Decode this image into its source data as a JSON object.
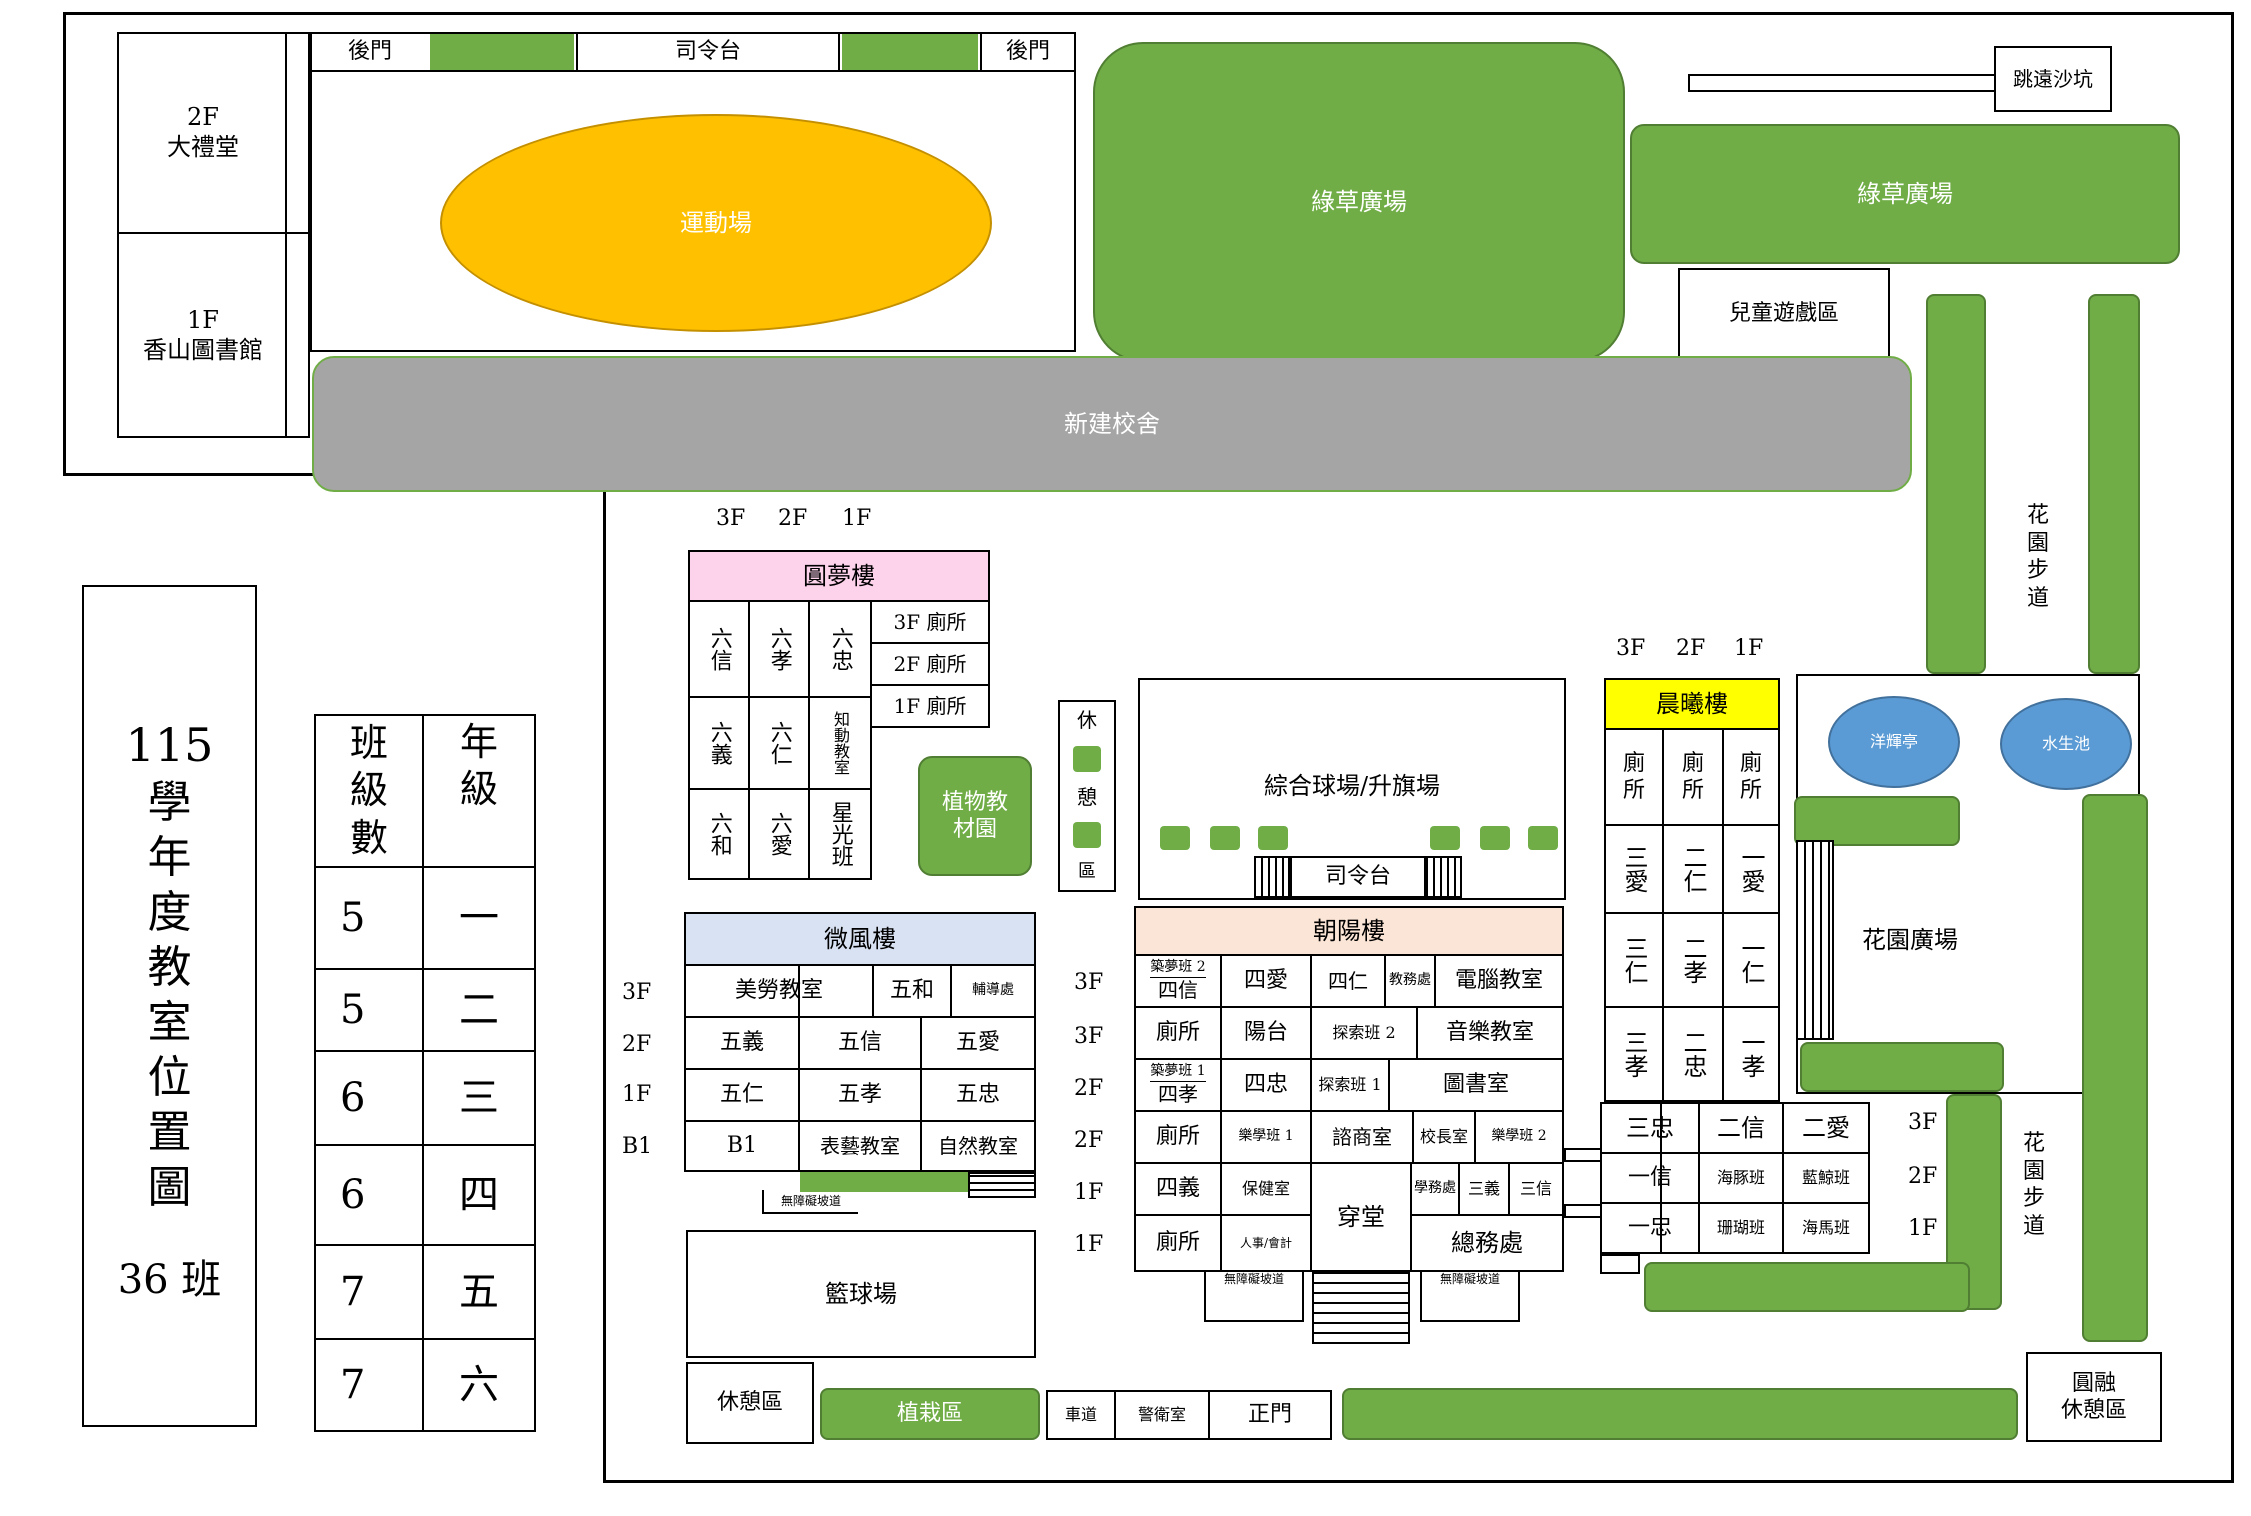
{
  "title": {
    "year": "115",
    "chars": [
      "學",
      "年",
      "度",
      "教",
      "室",
      "位",
      "置",
      "圖"
    ],
    "total": "36 班"
  },
  "class_table": {
    "header_count": [
      "班",
      "級",
      "數"
    ],
    "header_grade": [
      "年",
      "級"
    ],
    "rows": [
      {
        "count": "5",
        "grade": "一"
      },
      {
        "count": "5",
        "grade": "二"
      },
      {
        "count": "6",
        "grade": "三"
      },
      {
        "count": "6",
        "grade": "四"
      },
      {
        "count": "7",
        "grade": "五"
      },
      {
        "count": "7",
        "grade": "六"
      }
    ]
  },
  "hall": {
    "upper": [
      "2F",
      "大禮堂"
    ],
    "lower": [
      "1F",
      "香山圖書館"
    ]
  },
  "track": {
    "back_door": "後門",
    "podium": "司令台",
    "field": "運動場"
  },
  "green_plaza": "綠草廣場",
  "long_jump": "跳遠沙坑",
  "playground": "兒童遊戲區",
  "new_building": "新建校舍",
  "garden_path": [
    "花",
    "園",
    "步",
    "道"
  ],
  "floors": {
    "f3": "3F",
    "f2": "2F",
    "f1": "1F",
    "b1": "B1"
  },
  "tumeng": {
    "name": "圓夢樓",
    "rows": [
      [
        "六信",
        "六孝",
        "六忠"
      ],
      [
        "六義",
        "六仁",
        "知動教室"
      ],
      [
        "六和",
        "六愛",
        "星光班"
      ]
    ],
    "toilets": [
      "3F 廁所",
      "2F 廁所",
      "1F 廁所"
    ]
  },
  "plant_garden": "植物教材園",
  "rest_vertical": [
    "休",
    "憩",
    "區"
  ],
  "sports_court": {
    "name": "綜合球場/升旗場",
    "podium": "司令台"
  },
  "chenxi": {
    "name": "晨曦樓",
    "toilet": [
      "廁",
      "所"
    ],
    "grid": [
      [
        "三愛",
        "二仁",
        "一愛"
      ],
      [
        "三仁",
        "二孝",
        "一仁"
      ],
      [
        "三孝",
        "二忠",
        "一孝"
      ]
    ],
    "lower": [
      [
        "三忠",
        "二信",
        "二愛"
      ],
      [
        "一信",
        "海豚班",
        "藍鯨班"
      ],
      [
        "一忠",
        "珊瑚班",
        "海馬班"
      ]
    ]
  },
  "pavilion": "洋輝亭",
  "pond": "水生池",
  "garden_plaza": "花園廣場",
  "weifeng": {
    "name": "微風樓",
    "r3": [
      "美勞教室",
      "五和",
      "輔導處"
    ],
    "r2": [
      "五義",
      "五信",
      "五愛"
    ],
    "r1": [
      "五仁",
      "五孝",
      "五忠"
    ],
    "rb": [
      "B1",
      "表藝教室",
      "自然教室"
    ],
    "ramp": "無障礙坡道"
  },
  "chaoyang": {
    "name": "朝陽樓",
    "r1": [
      "築夢班 2",
      "四信",
      "四愛",
      "四仁",
      "教務處",
      "電腦教室"
    ],
    "r2": [
      "廁所",
      "陽台",
      "探索班 2",
      "音樂教室"
    ],
    "r3": [
      "築夢班 1",
      "四孝",
      "四忠",
      "探索班 1",
      "圖書室"
    ],
    "r4": [
      "廁所",
      "樂學班 1",
      "諮商室",
      "校長室",
      "樂學班 2"
    ],
    "r5": [
      "四義",
      "保健室",
      "穿堂",
      "學務處",
      "三義",
      "三信"
    ],
    "r6": [
      "廁所",
      "人事/會計",
      "總務處"
    ],
    "ramp": "無障礙坡道",
    "floor_labels": [
      "3F",
      "3F",
      "2F",
      "2F",
      "1F",
      "1F"
    ]
  },
  "basketball": "籃球場",
  "rest_area": "休憩區",
  "planting": "植栽區",
  "driveway": "車道",
  "guard": "警衛室",
  "main_gate": "正門",
  "yuanrong": [
    "圓融",
    "休憩區"
  ]
}
